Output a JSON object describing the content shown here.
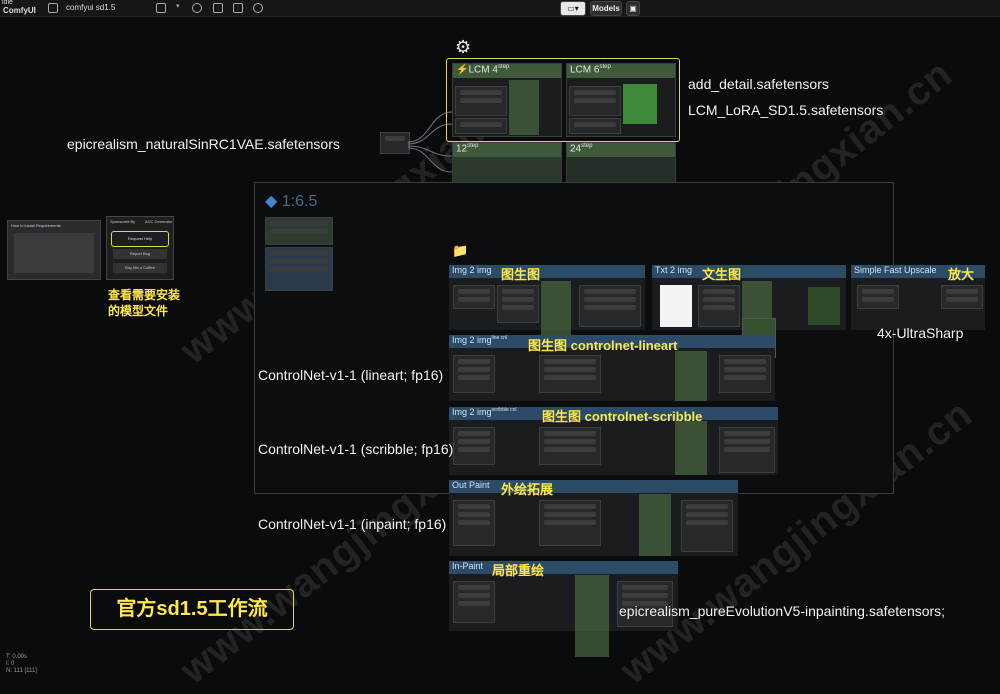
{
  "topbar": {
    "status": "idle",
    "app": "ComfyUI",
    "workflow": "comfyui sd1.5",
    "models_button": "Models"
  },
  "labels": {
    "vae_model": "epicrealism_naturalSinRC1VAE.safetensors",
    "lora1": "add_detail.safetensors",
    "lora2": "LCM_LoRA_SD1.5.safetensors",
    "upscale_model": "4x-UltraSharp",
    "cn_lineart": "ControlNet-v1-1 (lineart; fp16)",
    "cn_scribble": "ControlNet-v1-1 (scribble; fp16)",
    "cn_inpaint": "ControlNet-v1-1 (inpaint; fp16)",
    "inpaint_model": "epicrealism_pureEvolutionV5-inpainting.safetensors;",
    "install_hint_l1": "查看需要安装",
    "install_hint_l2": "的模型文件",
    "workflow_title": "官方sd1.5工作流"
  },
  "lcm_groups": {
    "g1": "LCM 4",
    "g1_sup": "step",
    "g2": "LCM 6",
    "g2_sup": "step",
    "g3": "12",
    "g3_sup": "step",
    "g4": "24",
    "g4_sup": "step"
  },
  "ratio_group": {
    "title": "1:6.5"
  },
  "workflow_groups": {
    "img2img": "Img 2 img",
    "img2img_cn": "图生图",
    "txt2img": "Txt 2 img",
    "txt2img_cn": "文生图",
    "upscale": "Simple Fast Upscale",
    "upscale_cn": "放大",
    "lineart": "Img 2 img",
    "lineart_sup": "line cnl",
    "lineart_cn": "图生图 controlnet-lineart",
    "scribble": "Img 2 img",
    "scribble_sup": "scribble cnl",
    "scribble_cn": "图生图 controlnet-scribble",
    "outpaint": "Out Paint",
    "outpaint_cn": "外绘拓展",
    "inpaint": "In-Paint",
    "inpaint_cn": "局部重绘"
  },
  "side_panel": {
    "title": "How to install Requirements",
    "header_left": "Sponsored By",
    "header_right": "ACC Generator",
    "btn1": "Request Help",
    "btn2": "Report Bug",
    "btn3": "Buy Me a Coffee"
  },
  "stats": {
    "line1": "T: 0.00s",
    "line2": "I: 0",
    "line3": "N: 111 [111]"
  },
  "watermark": "www.wangjingxian.cn"
}
